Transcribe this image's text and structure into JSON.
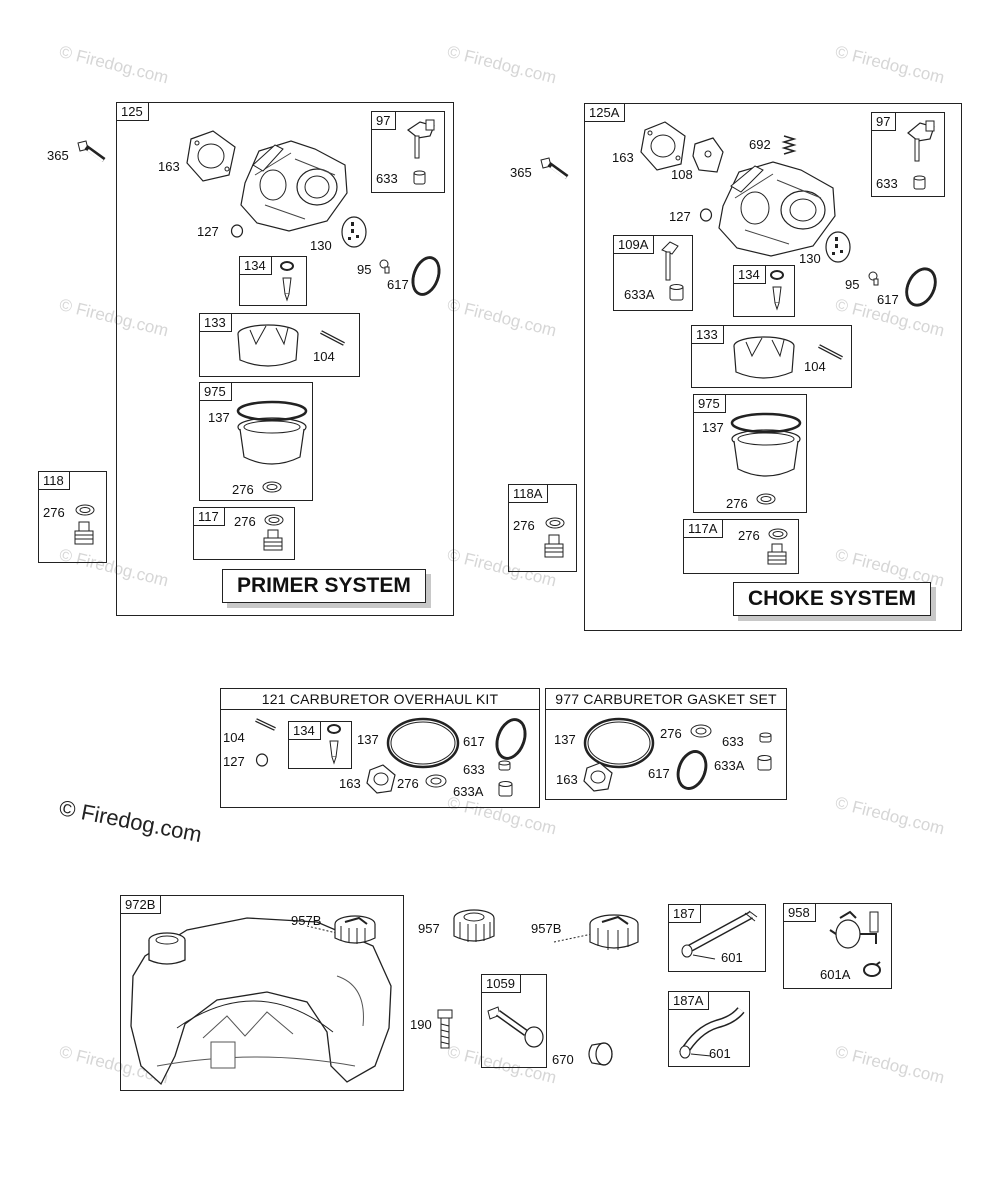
{
  "watermark": "© Firedog.com",
  "copyright": "© Firedog.com",
  "primer": {
    "box": "125",
    "system_label": "PRIMER SYSTEM",
    "side_label": "365",
    "labels": {
      "l163": "163",
      "l127": "127",
      "l130": "130",
      "l95": "95",
      "l617": "617",
      "l104": "104",
      "l137": "137",
      "l276": "276"
    },
    "sub97": {
      "box": "97",
      "l633": "633"
    },
    "sub134": {
      "box": "134"
    },
    "sub133": {
      "box": "133"
    },
    "sub975": {
      "box": "975"
    },
    "sub117": {
      "box": "117",
      "l276": "276"
    }
  },
  "side118": {
    "box": "118",
    "l276": "276"
  },
  "choke": {
    "box": "125A",
    "system_label": "CHOKE SYSTEM",
    "side_label": "365",
    "labels": {
      "l163": "163",
      "l108": "108",
      "l692": "692",
      "l127": "127",
      "l130": "130",
      "l95": "95",
      "l617": "617",
      "l104": "104",
      "l137": "137",
      "l276": "276"
    },
    "sub97": {
      "box": "97",
      "l633": "633"
    },
    "sub109a": {
      "box": "109A",
      "l633a": "633A"
    },
    "sub134": {
      "box": "134"
    },
    "sub133": {
      "box": "133"
    },
    "sub975": {
      "box": "975"
    },
    "sub117a": {
      "box": "117A",
      "l276": "276"
    }
  },
  "side118a": {
    "box": "118A",
    "l276": "276"
  },
  "overhaul_kit": {
    "title": "121 CARBURETOR OVERHAUL KIT",
    "sub134": "134",
    "labels": {
      "l104": "104",
      "l127": "127",
      "l137": "137",
      "l617": "617",
      "l633": "633",
      "l163": "163",
      "l276": "276",
      "l633a": "633A"
    }
  },
  "gasket_set": {
    "title": "977 CARBURETOR GASKET SET",
    "labels": {
      "l137": "137",
      "l276": "276",
      "l633": "633",
      "l163": "163",
      "l617": "617",
      "l633a": "633A"
    }
  },
  "tank": {
    "box": "972B",
    "l957b": "957B"
  },
  "loose": {
    "l957": "957",
    "l957b": "957B",
    "l190": "190",
    "l670": "670"
  },
  "box1059": {
    "box": "1059"
  },
  "box187": {
    "box": "187",
    "l601": "601"
  },
  "box187a": {
    "box": "187A",
    "l601": "601"
  },
  "box958": {
    "box": "958",
    "l601a": "601A"
  }
}
